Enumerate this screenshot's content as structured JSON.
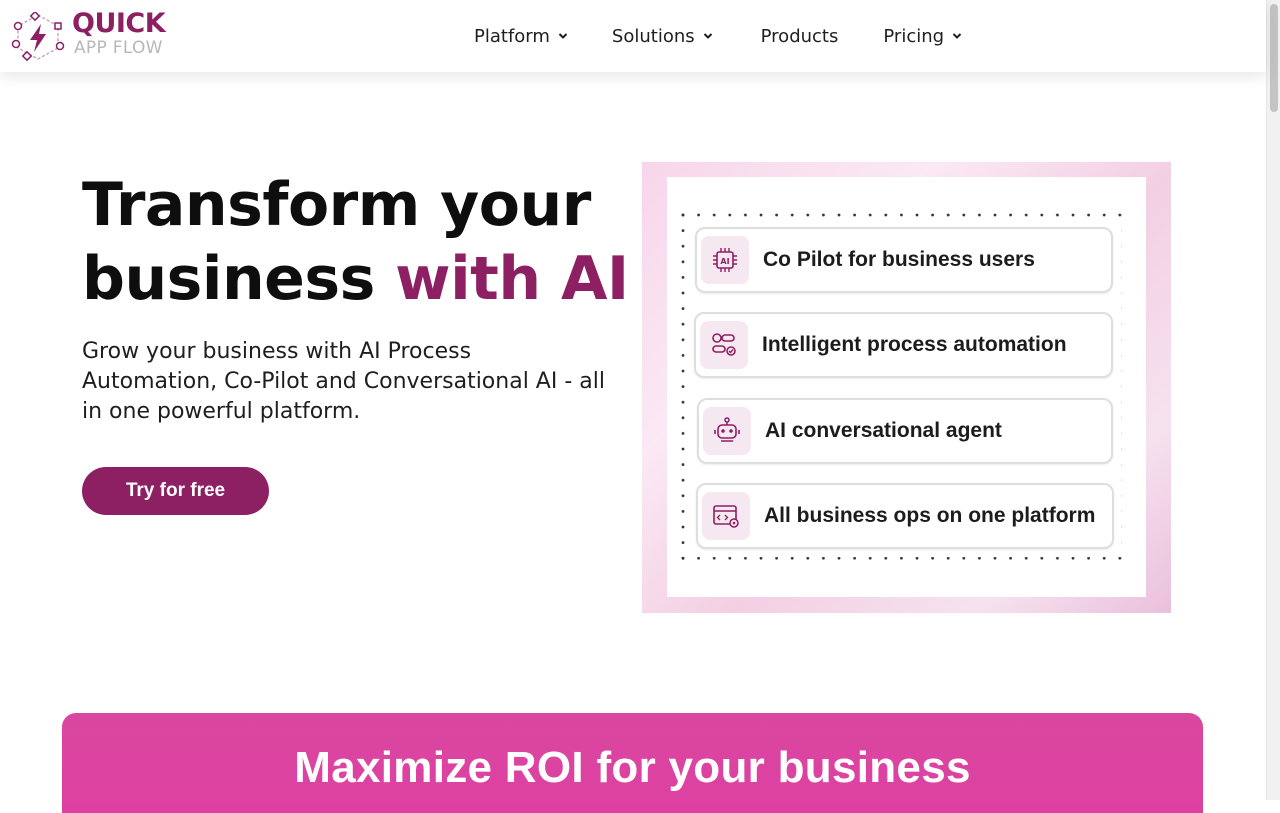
{
  "brand": {
    "name_line1": "QUICK",
    "name_line2": "APP FLOW",
    "accent_color": "#8d1f63"
  },
  "nav": {
    "items": [
      {
        "label": "Platform",
        "has_dropdown": true
      },
      {
        "label": "Solutions",
        "has_dropdown": true
      },
      {
        "label": "Products",
        "has_dropdown": false
      },
      {
        "label": "Pricing",
        "has_dropdown": true
      }
    ]
  },
  "hero": {
    "title_line1": "Transform your",
    "title_line2_plain": "business ",
    "title_line2_accent": "with AI",
    "subtitle": "Grow your business with AI Process Automation, Co-Pilot and Conversational AI - all in one powerful platform.",
    "cta_label": "Try for free"
  },
  "features": [
    {
      "label": "Co Pilot for business users",
      "icon": "ai-chip-icon"
    },
    {
      "label": "Intelligent process automation",
      "icon": "workflow-icon"
    },
    {
      "label": "AI conversational agent",
      "icon": "robot-icon"
    },
    {
      "label": "All business ops on one platform",
      "icon": "code-settings-icon"
    }
  ],
  "roi_banner": {
    "title": "Maximize ROI for your business",
    "color": "#d9479f"
  }
}
